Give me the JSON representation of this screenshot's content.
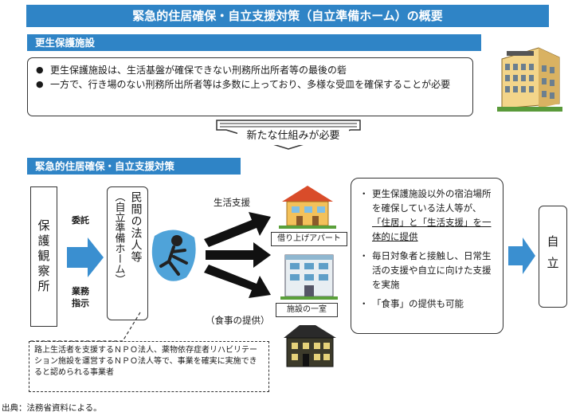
{
  "title": "緊急的住居確保・自立支援対策（自立準備ホーム）の概要",
  "section1": {
    "label": "更生保護施設",
    "bullets": [
      "更生保護施設は、生活基盤が確保できない刑務所出所者等の最後の砦",
      "一方で、行き場のない刑務所出所者等は多数に上っており、多様な受皿を確保することが必要"
    ]
  },
  "transition": {
    "text": "新たな仕組みが必要"
  },
  "section2": {
    "label": "緊急的住居確保・自立支援対策",
    "probation_office": "保護観察所",
    "arrow_top_label": "委託",
    "arrow_bottom_label": "業務指示",
    "operator_box": "民間の法人等",
    "operator_box_sub": "（自立準備ホーム）",
    "support_label": "生活支援",
    "meal_label": "（食事の提供）",
    "building1_label": "借り上げアパート",
    "building2_label": "施設の一室",
    "right_box": {
      "item1_a": "更生保護施設以外の宿泊場所を確保している法人等が、",
      "item1_b": "「住居」と「生活支援」を一体的に提供",
      "item2": "毎日対象者と接触し、日常生活の支援や自立に向けた支援を実施",
      "item3": "「食事」の提供も可能"
    },
    "goal": "自立",
    "operator_note": "路上生活者を支援するＮＰＯ法人、薬物依存症者リハビリテーション施設を運営するＮＰＯ法人等で、事業を確実に実施できると認められる事業者"
  },
  "source": "出典：法務省資料による。",
  "colors": {
    "accent": "#2f84c6",
    "arrow": "#3a8fd0"
  }
}
